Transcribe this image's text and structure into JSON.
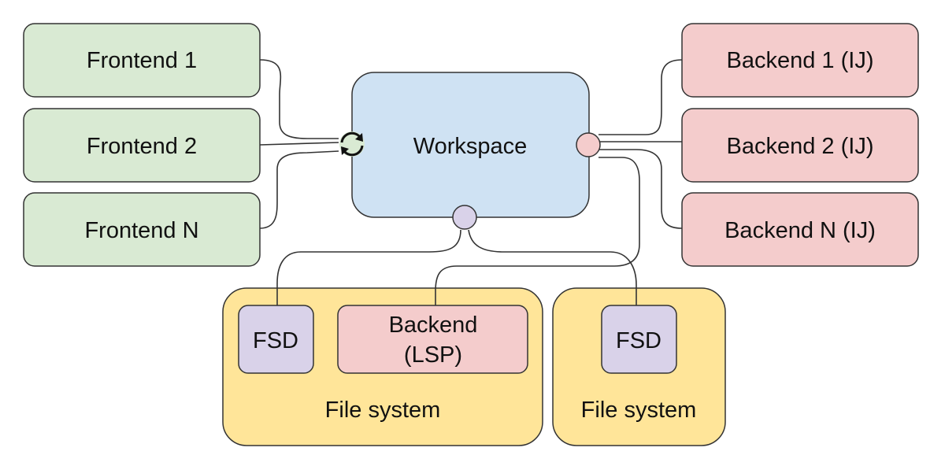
{
  "frontends": [
    {
      "label": "Frontend 1"
    },
    {
      "label": "Frontend 2"
    },
    {
      "label": "Frontend N"
    }
  ],
  "workspace": {
    "label": "Workspace"
  },
  "backends": [
    {
      "label": "Backend 1 (IJ)"
    },
    {
      "label": "Backend 2 (IJ)"
    },
    {
      "label": "Backend N (IJ)"
    }
  ],
  "filesystems": [
    {
      "label": "File system",
      "fsd_label": "FSD",
      "backend_line1": "Backend",
      "backend_line2": "(LSP)"
    },
    {
      "label": "File system",
      "fsd_label": "FSD"
    }
  ],
  "colors": {
    "frontend_fill": "#d9ead3",
    "workspace_fill": "#cfe2f3",
    "backend_fill": "#f4cccc",
    "filesystem_fill": "#ffe599",
    "fsd_fill": "#d9d2e9",
    "stroke": "#333333"
  },
  "icons": {
    "sync": "sync-icon"
  }
}
